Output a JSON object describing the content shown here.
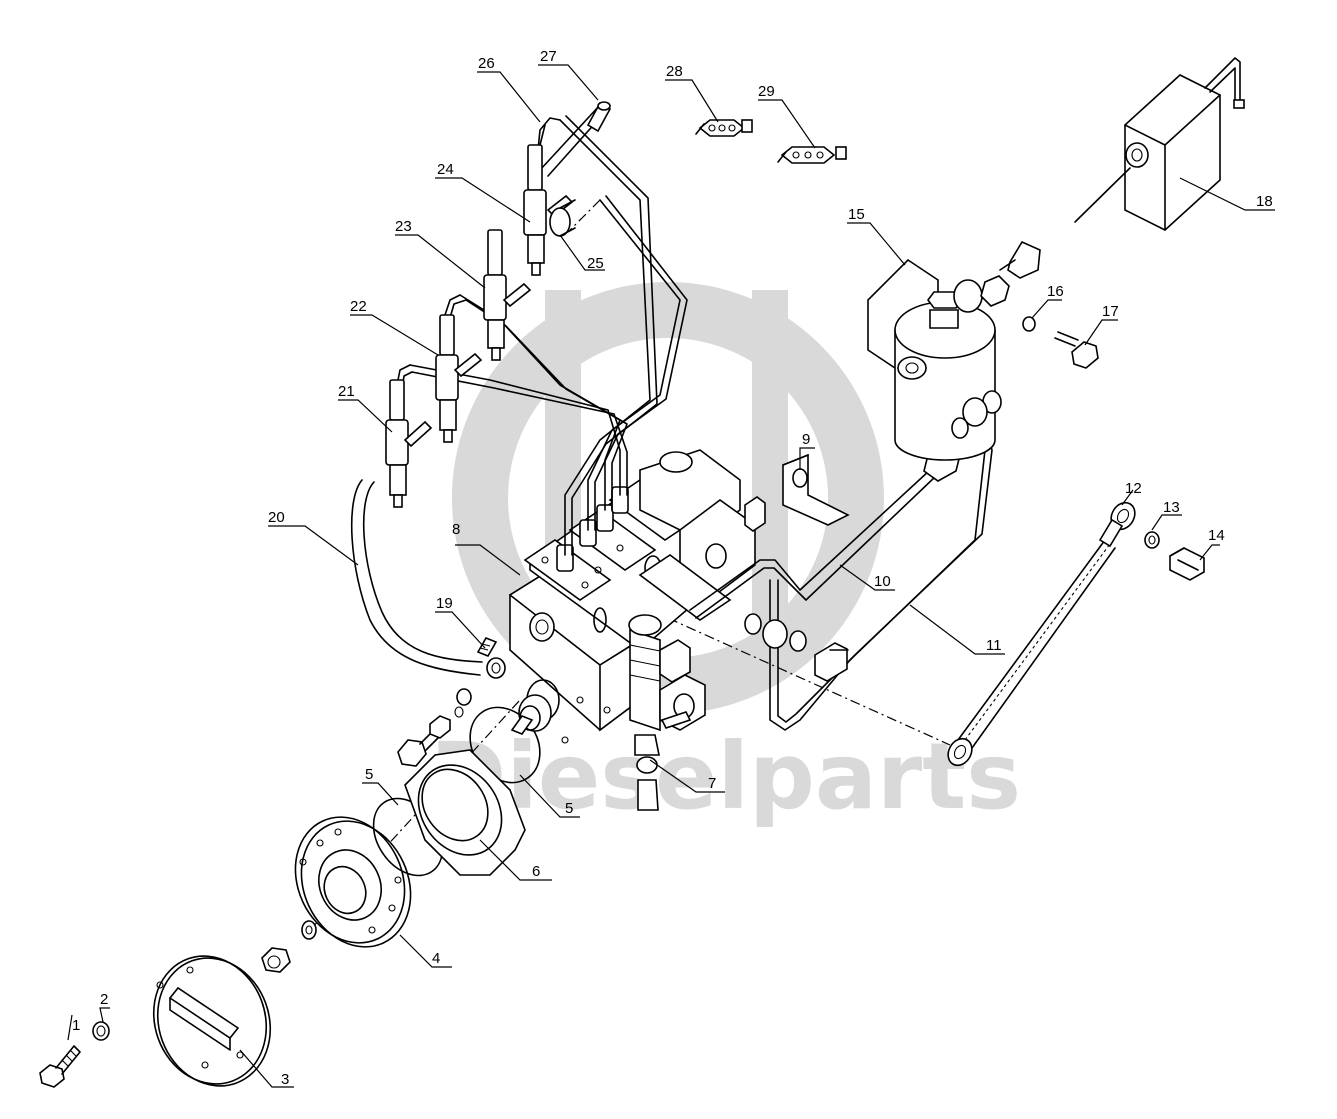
{
  "watermark": {
    "brand_text": "Dieselparts",
    "color": "#d9d9d9"
  },
  "callouts": [
    "1",
    "2",
    "3",
    "4",
    "5",
    "5",
    "6",
    "7",
    "8",
    "9",
    "10",
    "11",
    "12",
    "13",
    "14",
    "15",
    "16",
    "17",
    "18",
    "19",
    "20",
    "21",
    "22",
    "23",
    "24",
    "25",
    "26",
    "27",
    "28",
    "29"
  ]
}
